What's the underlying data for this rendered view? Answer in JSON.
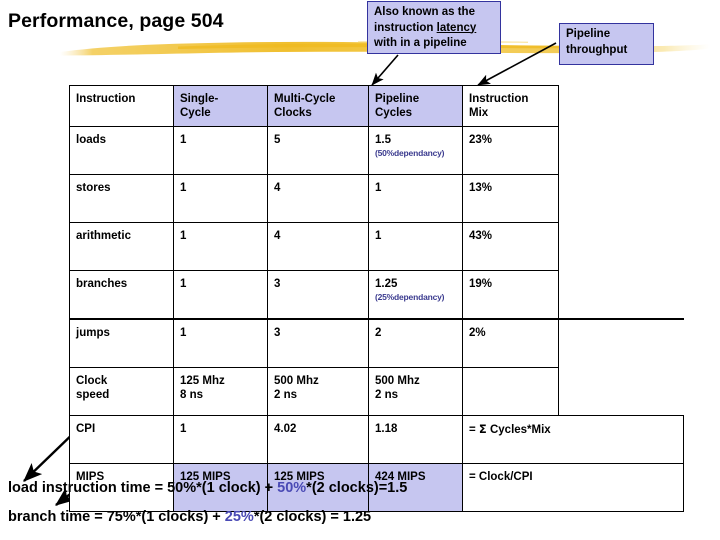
{
  "slide": {
    "title": "Performance, page 504"
  },
  "callouts": {
    "latency": {
      "line1": "Also known as the",
      "line2_prefix": "instruction ",
      "line2_underlined": "latency",
      "line3": "with in a pipeline"
    },
    "throughput": {
      "line1": "Pipeline",
      "line2": "throughput"
    }
  },
  "table": {
    "headers": [
      "Instruction",
      "Single-\nCycle",
      "Multi-Cycle\nClocks",
      "Pipeline\nCycles",
      "Instruction\nMix"
    ],
    "header_cells": {
      "h1": "Instruction",
      "h2a": "Single-",
      "h2b": "Cycle",
      "h3a": "Multi-Cycle",
      "h3b": "Clocks",
      "h4a": "Pipeline",
      "h4b": "Cycles",
      "h5a": "Instruction",
      "h5b": "Mix"
    },
    "rows": [
      {
        "instruction": "loads",
        "single_cycle": "1",
        "multi_cycle_clocks": "5",
        "pipeline_cycles": "1.5",
        "pipeline_note": "(50%dependancy)",
        "instruction_mix": "23%"
      },
      {
        "instruction": "stores",
        "single_cycle": "1",
        "multi_cycle_clocks": "4",
        "pipeline_cycles": "1",
        "pipeline_note": "",
        "instruction_mix": "13%"
      },
      {
        "instruction": "arithmetic",
        "single_cycle": "1",
        "multi_cycle_clocks": "4",
        "pipeline_cycles": "1",
        "pipeline_note": "",
        "instruction_mix": "43%"
      },
      {
        "instruction": "branches",
        "single_cycle": "1",
        "multi_cycle_clocks": "3",
        "pipeline_cycles": "1.25",
        "pipeline_note": "(25%dependancy)",
        "instruction_mix": "19%"
      },
      {
        "instruction": "jumps",
        "single_cycle": "1",
        "multi_cycle_clocks": "3",
        "pipeline_cycles": "2",
        "pipeline_note": "",
        "instruction_mix": "2%"
      }
    ],
    "summary": {
      "clock_speed": {
        "label_a": "Clock",
        "label_b": "speed",
        "single_cycle_a": "125 Mhz",
        "single_cycle_b": "8 ns",
        "multi_cycle_a": "500 Mhz",
        "multi_cycle_b": "2 ns",
        "pipeline_a": "500 Mhz",
        "pipeline_b": "2 ns",
        "formula": ""
      },
      "cpi": {
        "label": "CPI",
        "single_cycle": "1",
        "multi_cycle": "4.02",
        "pipeline": "1.18",
        "formula_sigma": "Σ",
        "formula_pre": "= ",
        "formula_post": " Cycles*Mix"
      },
      "mips": {
        "label": "MIPS",
        "single_cycle": "125 MIPS",
        "multi_cycle": "125 MIPS",
        "pipeline": "424 MIPS",
        "formula": "= Clock/CPI"
      }
    }
  },
  "equations": {
    "load": {
      "pre": "load instruction time = 50%*(1 clock) + ",
      "highlight": "50%",
      "post": "*(2 clocks)=1.5"
    },
    "branch": {
      "pre": "branch time = 75%*(1 clocks) + ",
      "highlight": "25%",
      "post": "*(2 clocks) = 1.25"
    }
  },
  "colors": {
    "lavender_fill": "#c6c6f0",
    "callout_border": "#33339e",
    "highlight_text": "#4a4ab5",
    "note_text": "#3b3b8f",
    "brush_yellow": "#f5c43a"
  }
}
